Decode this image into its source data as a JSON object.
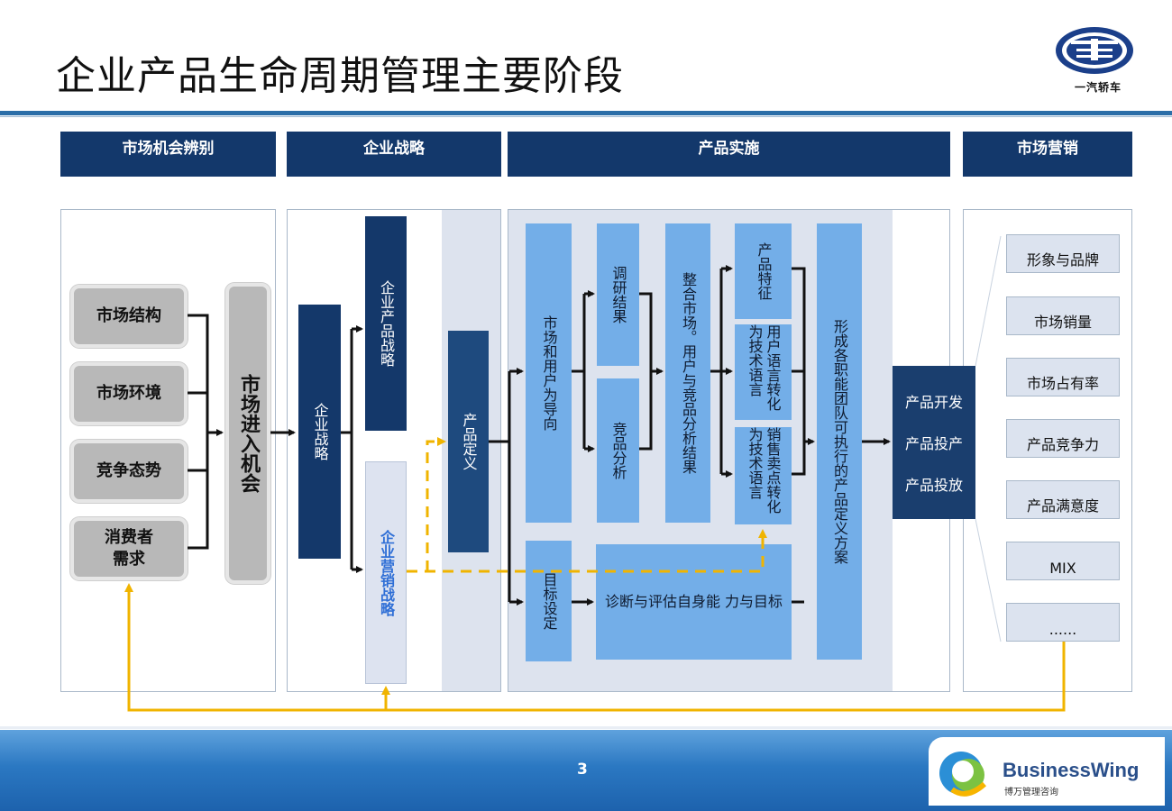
{
  "title": "企业产品生命周期管理主要阶段",
  "logo": {
    "text": "一汽轿车"
  },
  "columns": [
    "市场机会辨别",
    "企业战略",
    "产品实施",
    "市场营销"
  ],
  "market_factors": [
    "市场结构",
    "市场环境",
    "竞争态势",
    "消费者\n需求"
  ],
  "entry": "市场进入机会",
  "strategy": {
    "corporate": "企业战略",
    "product": "企业产品战略",
    "marketing": "企业营销战略"
  },
  "product_definition": "产品定义",
  "implementation": {
    "user_oriented": "市场和用户为导向",
    "research": "调研结果",
    "competitor": "竞品分析",
    "integrate": "整合市场。用户与竞品分析结果",
    "features": "产品特征",
    "user_lang": "用户语言转化为技术语言",
    "sales_lang": "销售卖点转化为技术语言",
    "target": "目标设定",
    "diagnose": "诊断与评估自身能 力与目标",
    "plan": "形成各职能团队可执行的产品定义方案"
  },
  "outcomes": [
    "产品开发",
    "产品投产",
    "产品投放"
  ],
  "marketing_items": [
    "形象与品牌",
    "市场销量",
    "市场占有率",
    "产品竞争力",
    "产品满意度",
    "MIX",
    "......"
  ],
  "footer": {
    "page": "3",
    "brand": "BusinessWing",
    "brand_sub": "博万管理咨询"
  },
  "colors": {
    "navy": "#14386a",
    "light_blue": "#73aee8",
    "yellow": "#f0b400",
    "header_blue": "#13386b"
  }
}
